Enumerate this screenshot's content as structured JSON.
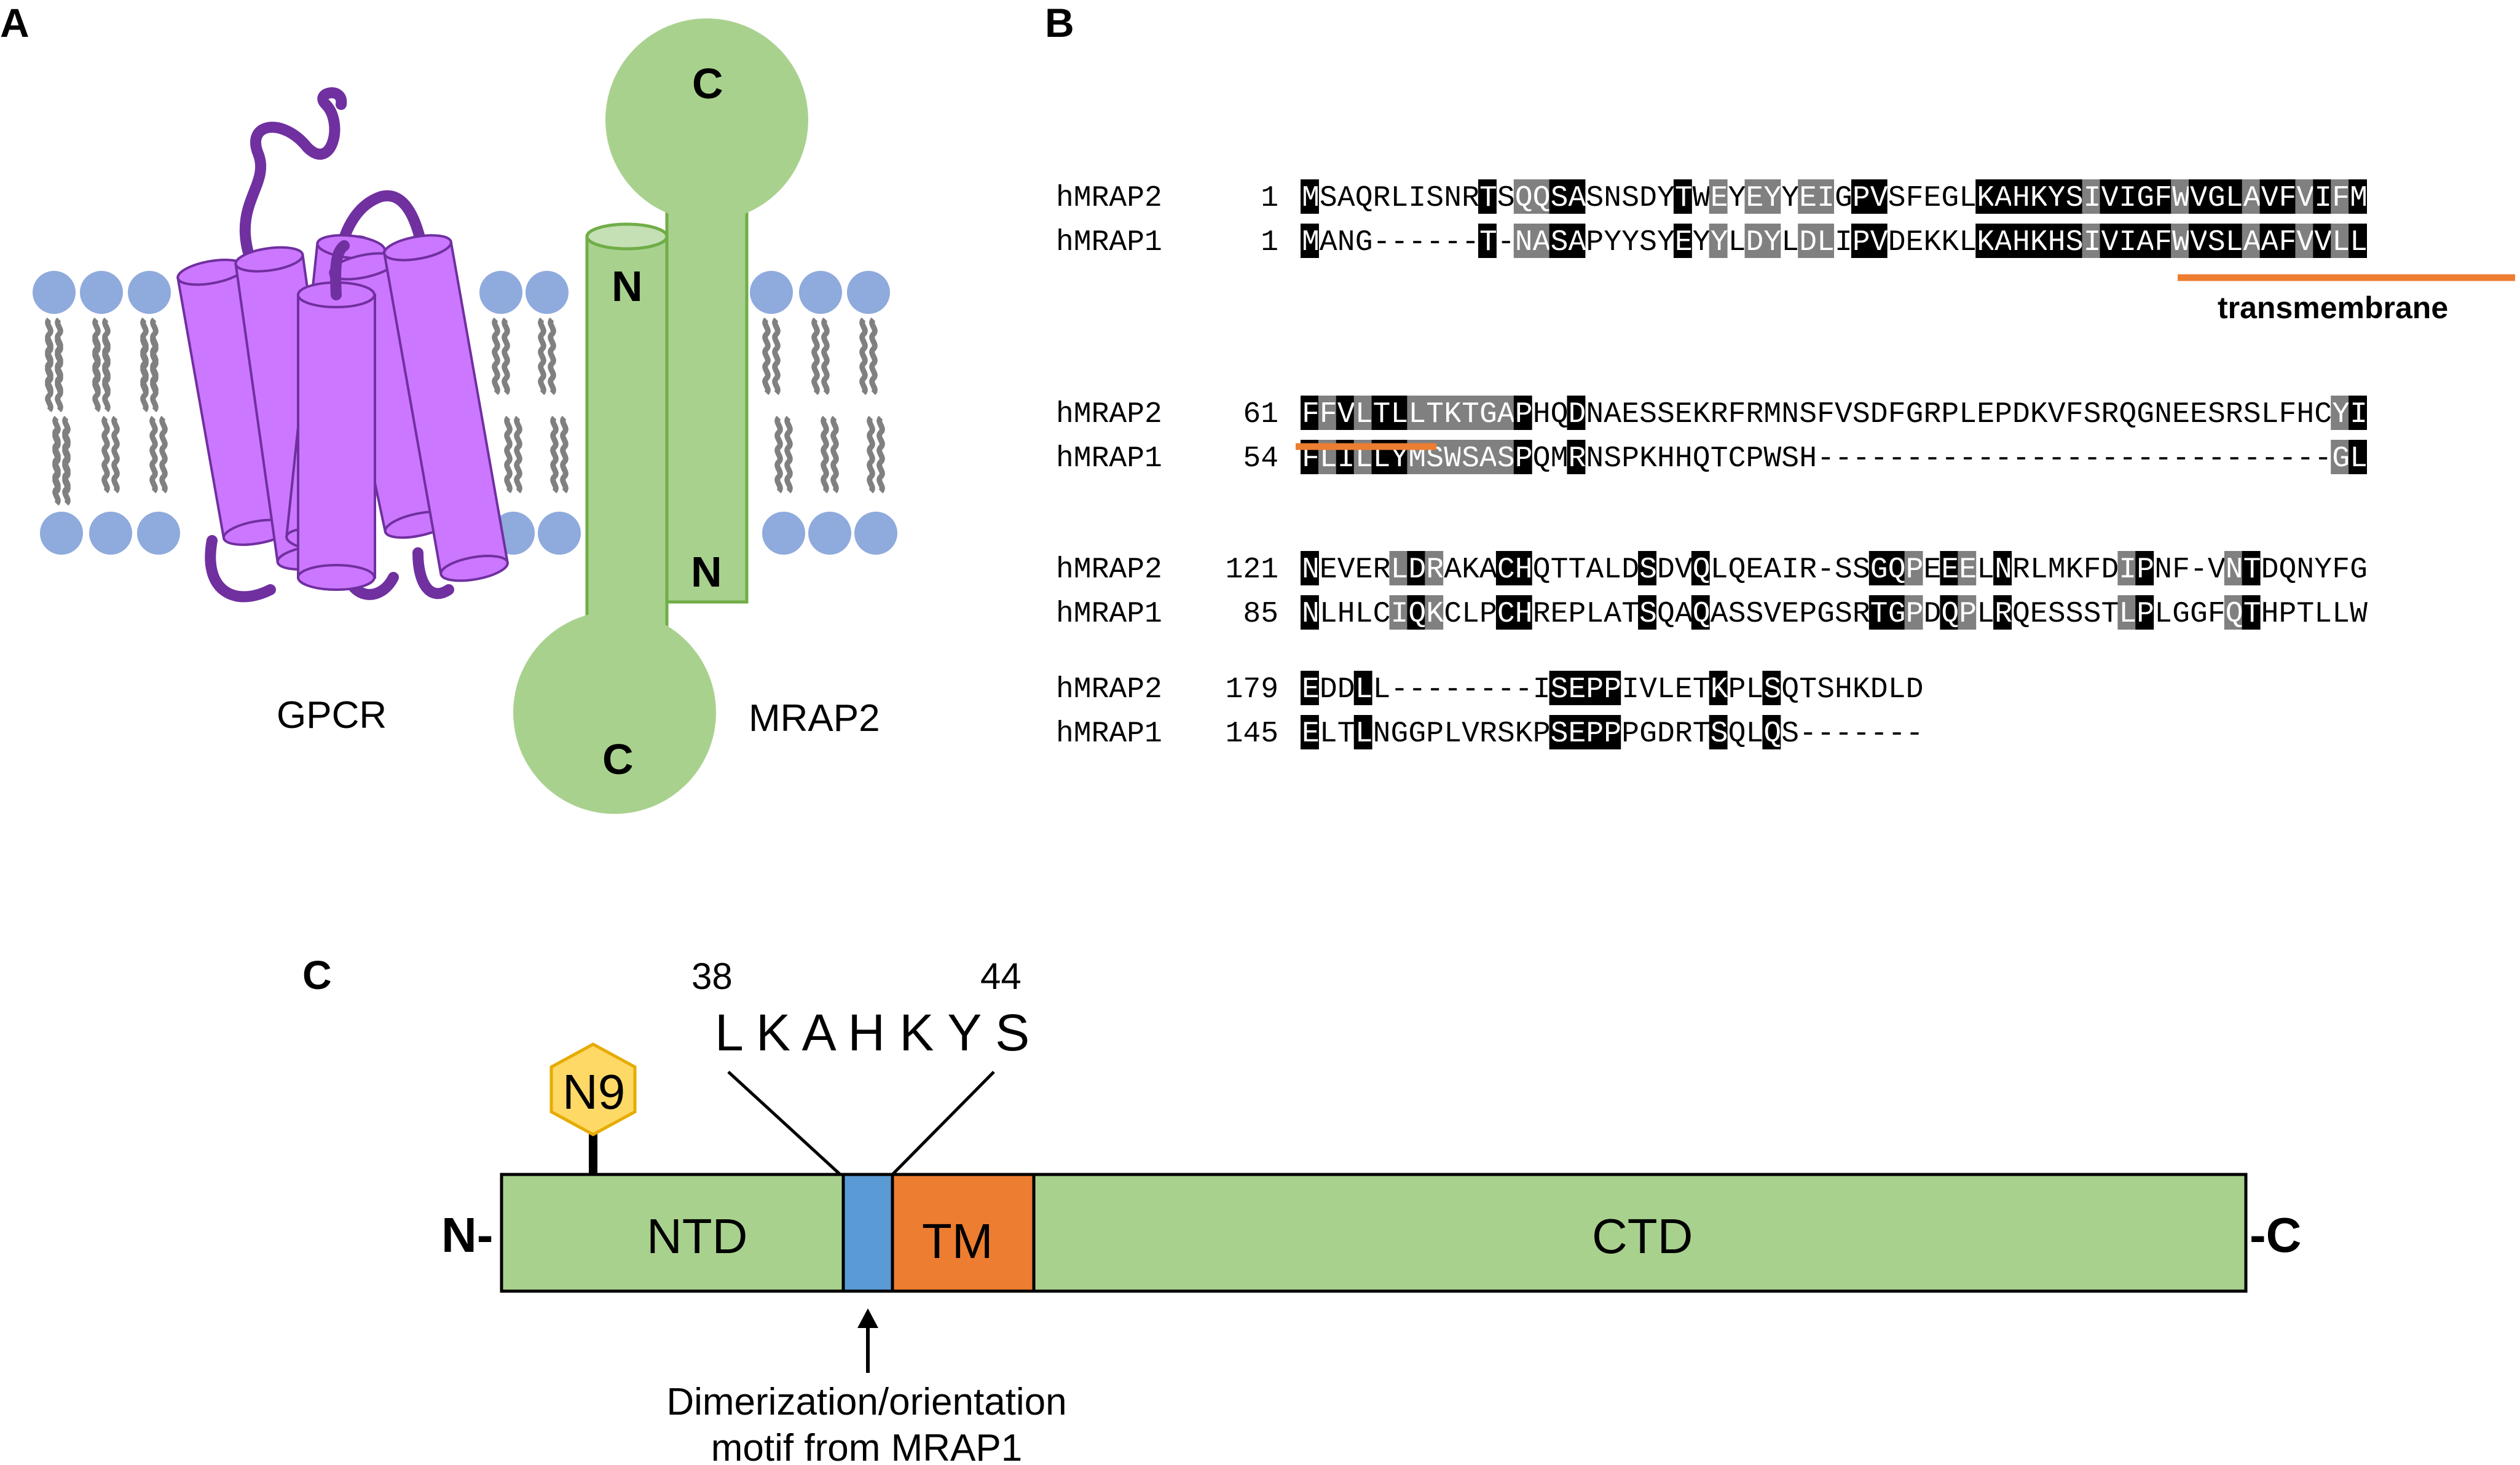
{
  "panel_a": {
    "letter": "A",
    "gpcr_label": "GPCR",
    "mrap2_label": "MRAP2",
    "top_protomer": {
      "top_terminus": "C",
      "bottom_terminus": "N"
    },
    "bottom_protomer": {
      "top_terminus": "N",
      "bottom_terminus": "C"
    },
    "colors": {
      "gpcr": "#cc77ff",
      "gpcr_loop": "#7030a0",
      "mrap2": "#a9d18e",
      "mrap2_edge": "#70ad47",
      "lipid_head": "#8faadc",
      "lipid_tail": "#808080"
    }
  },
  "panel_b": {
    "letter": "B",
    "transmembrane_label": "transmembrane",
    "transmembrane_color": "#ed7d31",
    "blocks": [
      {
        "rows": [
          {
            "name": "hMRAP2",
            "start": "1",
            "seq": "MSAQRLISNRTSQQSASNSDYTWEYEYYEIGPVSFEGLKAHKYSIVIGFWVGLAVFVIFM",
            "shade": "K000000000K0GGKK00000K0G0GG0GG0KK00000KKKKKKGKKKKGKKKGKKGKGK"
          },
          {
            "name": "hMRAP1",
            "start": "1",
            "seq": "MANG------T-NASAPYYSYEYYLDYLDLIPVDEKKLKAHKHSIVIAFWVSLAAFVVLL",
            "shade": "K000000000K0GGKK00000K0G0GG0GG0KK00000KKKKKKGKKKKGKKKGKKGKGK"
          }
        ]
      },
      {
        "rows": [
          {
            "name": "hMRAP2",
            "start": "61",
            "seq": "FFVLTLLTKTGAPHQDNAESSEKRFRMNSFVSDFGRPLEPDKVFSRQGNEESRSLFHCYI",
            "shade": "KGKGKKGGGGGGK00K000000000000000000000000000000000000000000GK"
          },
          {
            "name": "hMRAP1",
            "start": "54",
            "seq": "FLILLYMSWSASPQMRNSPKHHQTCPWSH-----------------------------GL",
            "shade": "KGKGKKGGGGGGK00K000000000000000000000000000000000000000000GK"
          }
        ]
      },
      {
        "rows": [
          {
            "name": "hMRAP2",
            "start": "121",
            "seq": "NEVERLDRAKACHQTTALDSDVQLQEAIR-SSGQPEEELNRLMKFDIPNF-VNTDQNYFG",
            "shade": "K0000GKG000KK000000K00K000000000KKG0KG0K000000GK0000GK000000"
          },
          {
            "name": "hMRAP1",
            "start": "85",
            "seq": "NLHLCIQKCLPCHREPLATSQAQASSVEPGSRTGPDQPLRQESSSTLPLGGFQTHPTLLW",
            "shade": "K0000GKG000KK000000K00K000000000KKG0KG0K000000GK0000GK000000"
          }
        ]
      },
      {
        "rows": [
          {
            "name": "hMRAP2",
            "start": "179",
            "seq": "EDDLL--------ISEPPIVLETKPLSQTSHKDLD",
            "shade": "K00K0000000000KKKK00000K00K00000000"
          },
          {
            "name": "hMRAP1",
            "start": "145",
            "seq": "ELTLNGGPLVRSKPSEPPPGDRTSQLQS-------",
            "shade": "K00K0000000000KKKK00000K00K00000000"
          }
        ]
      }
    ]
  },
  "panel_c": {
    "letter": "C",
    "n_terminus": "N-",
    "c_terminus": "-C",
    "glyco_site": "N9",
    "motif_start": "38",
    "motif_end": "44",
    "motif_residues": "L K A H K Y S",
    "domains": [
      {
        "label": "NTD",
        "color": "#a9d18e"
      },
      {
        "label": "",
        "color": "#5b9bd5"
      },
      {
        "label": "TM",
        "color": "#ed7d31"
      },
      {
        "label": "CTD",
        "color": "#a9d18e"
      }
    ],
    "motif_caption": [
      "Dimerization/orientation",
      "motif from MRAP1"
    ],
    "glyco_color": "#ffd966"
  }
}
